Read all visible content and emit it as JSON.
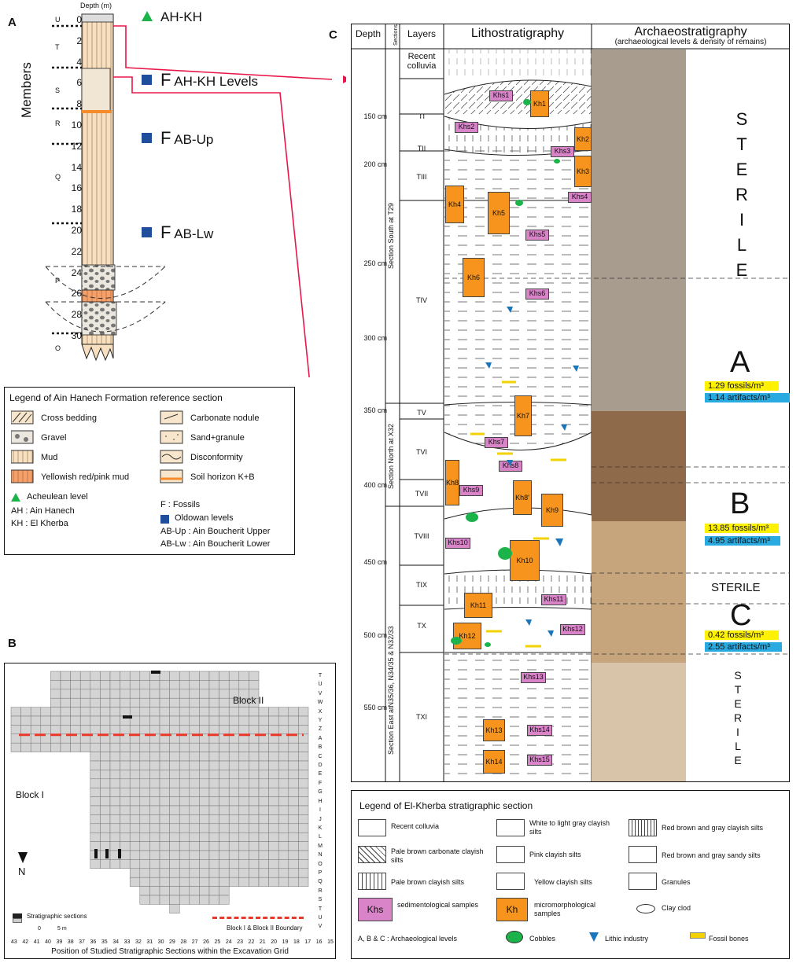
{
  "panel_a": {
    "letter": "A",
    "depth_title": "Depth (m)",
    "members_label": "Members",
    "depth_ticks": [
      "0",
      "2",
      "4",
      "6",
      "8",
      "10",
      "12",
      "14",
      "16",
      "18",
      "20",
      "22",
      "24",
      "26",
      "28",
      "30"
    ],
    "member_letters": [
      "U",
      "T",
      "S",
      "R",
      "Q",
      "P",
      "O"
    ],
    "markers": [
      {
        "symbol": "triangle",
        "label": "AH-KH",
        "color": "#1db34b"
      },
      {
        "symbol": "square",
        "prefix": "F",
        "label": "AH-KH Levels",
        "color": "#1f4e9c"
      },
      {
        "symbol": "square",
        "prefix": "F",
        "label": "AB-Up",
        "color": "#1f4e9c"
      },
      {
        "symbol": "square",
        "prefix": "F",
        "label": "AB-Lw",
        "color": "#1f4e9c"
      }
    ]
  },
  "legend_a": {
    "title": "Legend of Ain Hanech Formation reference section",
    "items_left": [
      "Cross bedding",
      "Gravel",
      "Mud",
      "Yellowish red/pink mud"
    ],
    "items_right": [
      "Carbonate nodule",
      "Sand+granule",
      "Disconformity",
      "Soil horizon K+B"
    ],
    "acheulean": "Acheulean level",
    "ah": "AH : Ain Hanech",
    "kh": "KH : El Kherba",
    "fossils": "F : Fossils",
    "oldowan": "Oldowan levels",
    "abup": "AB-Up : Ain Boucherit Upper",
    "ablw": "AB-Lw : Ain Boucherit Lower"
  },
  "panel_b": {
    "letter": "B",
    "block2": "Block II",
    "block1": "Block I",
    "north": "N",
    "scale": [
      "0",
      "5 m"
    ],
    "row_letters": [
      "T",
      "U",
      "V",
      "W",
      "X",
      "Y",
      "Z",
      "A",
      "B",
      "C",
      "D",
      "E",
      "F",
      "G",
      "H",
      "I",
      "J",
      "K",
      "L",
      "M",
      "N",
      "O",
      "P",
      "Q",
      "R",
      "S",
      "T",
      "U",
      "V"
    ],
    "col_numbers": [
      "43",
      "42",
      "41",
      "40",
      "39",
      "38",
      "37",
      "36",
      "35",
      "34",
      "33",
      "32",
      "31",
      "30",
      "29",
      "28",
      "27",
      "26",
      "25",
      "24",
      "23",
      "22",
      "21",
      "20",
      "19",
      "18",
      "17",
      "16",
      "15"
    ],
    "legend_sections": "Stratigraphic sections",
    "legend_boundary": "Block I & Block II Boundary",
    "caption": "Position of Studied Stratigraphic Sections within the Excavation Grid",
    "colors": {
      "boundary": "#e8382a",
      "cell": "#d4d4d4"
    }
  },
  "panel_c": {
    "letter": "C",
    "headers": {
      "depth": "Depth",
      "sections": "Sections",
      "layers": "Layers",
      "litho": "Lithostratigraphy",
      "archaeo": "Archaeostratigraphy",
      "archaeo_sub": "(archaeological levels & density of remains)"
    },
    "depth_ticks": [
      "150 cm",
      "200 cm",
      "250 cm",
      "300 cm",
      "350 cm",
      "400 cm",
      "450 cm",
      "500 cm",
      "550 cm"
    ],
    "sections": [
      "Section South at T29",
      "Section North at X32",
      "Section East atN35/36, N34/35 & N32/33"
    ],
    "recent": "Recent colluvia",
    "layers": [
      "TI",
      "TII",
      "TIII",
      "TIV",
      "TV",
      "TVI",
      "TVII",
      "TVIII",
      "TIX",
      "TX",
      "TXI"
    ],
    "samples_khs": [
      "Khs1",
      "Khs2",
      "Khs3",
      "Khs4",
      "Khs5",
      "Khs6",
      "Khs7",
      "Khs8",
      "Khs9",
      "Khs10",
      "Khs11",
      "Khs12",
      "Khs13",
      "Khs14",
      "Khs15"
    ],
    "samples_kh": [
      "Kh1",
      "Kh2",
      "Kh3",
      "Kh4",
      "Kh5",
      "Kh6",
      "Kh7",
      "Kh8",
      "Kh8'",
      "Kh9",
      "Kh10",
      "Kh11",
      "Kh12",
      "Kh13",
      "Kh14"
    ],
    "levels": {
      "sterile_top": [
        "S",
        "T",
        "E",
        "R",
        "I",
        "L",
        "E"
      ],
      "a": "A",
      "a_fossils": "1.29 fossils/m³",
      "a_artifacts": "1.14 artifacts/m³",
      "b": "B",
      "b_fossils": "13.85 fossils/m³",
      "b_artifacts": "4.95 artifacts/m³",
      "sterile_mid": "STERILE",
      "c": "C",
      "c_fossils": "0.42 fossils/m³",
      "c_artifacts": "2.55 artifacts/m³",
      "sterile_bottom": [
        "S",
        "T",
        "E",
        "R",
        "I",
        "L",
        "E"
      ]
    },
    "colors": {
      "khs": "#d983c9",
      "kh": "#f7941d",
      "fossil_bg": "#fff200",
      "artifact_bg": "#29abe2",
      "arrow": "#e8174a"
    }
  },
  "legend_c": {
    "title": "Legend of El-Kherba stratigraphic section",
    "col1": [
      "Recent colluvia",
      "Pale brown carbonate clayish silts",
      "Pale brown clayish silts",
      "sedimentological samples"
    ],
    "col2": [
      "White to light gray clayish silts",
      "Pink clayish silts",
      "Yellow clayish silts",
      "micromorphological samples"
    ],
    "col3": [
      "Red brown and gray clayish silts",
      "Red brown and gray sandy silts",
      "Granules",
      "Clay clod"
    ],
    "khs_sym": "Khs",
    "kh_sym": "Kh",
    "levels_note": "A, B & C : Archaeological levels",
    "cobbles": "Cobbles",
    "lithic": "Lithic industry",
    "fossil": "Fossil bones"
  }
}
